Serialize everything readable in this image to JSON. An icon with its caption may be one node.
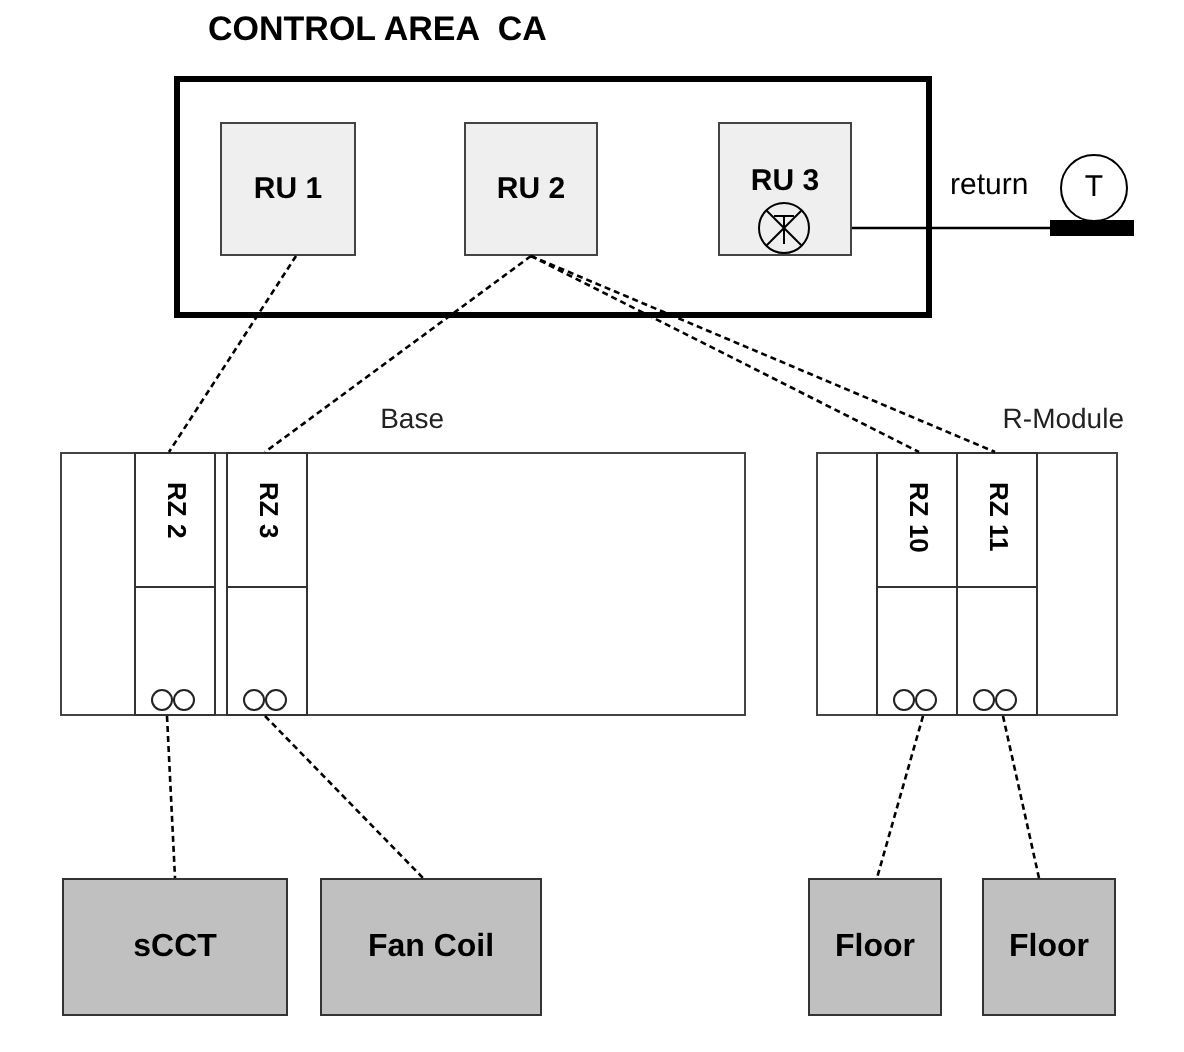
{
  "diagram": {
    "nodes": [
      {
        "text": [
          "CONTROL AREA  CA"
        ]
      },
      {
        "text": [
          "RU 1"
        ],
        "in": 0
      },
      {
        "text": [
          "RU 2"
        ],
        "in": 0
      },
      {
        "text": [
          "RU 3"
        ],
        "in": 0
      },
      {
        "text": [
          "T"
        ]
      },
      {
        "text": [
          "Base"
        ]
      },
      {
        "text": [
          "RZ 2"
        ],
        "in": 5
      },
      {
        "text": [
          "RZ 3"
        ],
        "in": 5
      },
      {
        "text": [
          "R-Module"
        ]
      },
      {
        "text": [
          "RZ 10"
        ],
        "in": 8
      },
      {
        "text": [
          "RZ 11"
        ],
        "in": 8
      },
      {
        "text": [
          "sCCT"
        ]
      },
      {
        "text": [
          "Fan Coil"
        ]
      },
      {
        "text": [
          "Floor"
        ]
      },
      {
        "text": [
          "Floor"
        ]
      }
    ],
    "edges": [
      {
        "from": 1,
        "to": 6,
        "arrow": "none",
        "style": "dashed"
      },
      {
        "from": 2,
        "to": 7,
        "arrow": "none",
        "style": "dashed"
      },
      {
        "from": 2,
        "to": 9,
        "arrow": "none",
        "style": "dashed"
      },
      {
        "from": 2,
        "to": 10,
        "arrow": "none",
        "style": "dashed"
      },
      {
        "from": 3,
        "to": 4,
        "arrow": "none",
        "label": "return"
      },
      {
        "from": 6,
        "to": 11,
        "arrow": "none",
        "style": "dashed"
      },
      {
        "from": 7,
        "to": 12,
        "arrow": "none",
        "style": "dashed"
      },
      {
        "from": 9,
        "to": 13,
        "arrow": "none",
        "style": "dashed"
      },
      {
        "from": 10,
        "to": 14,
        "arrow": "none",
        "style": "dashed"
      }
    ]
  }
}
